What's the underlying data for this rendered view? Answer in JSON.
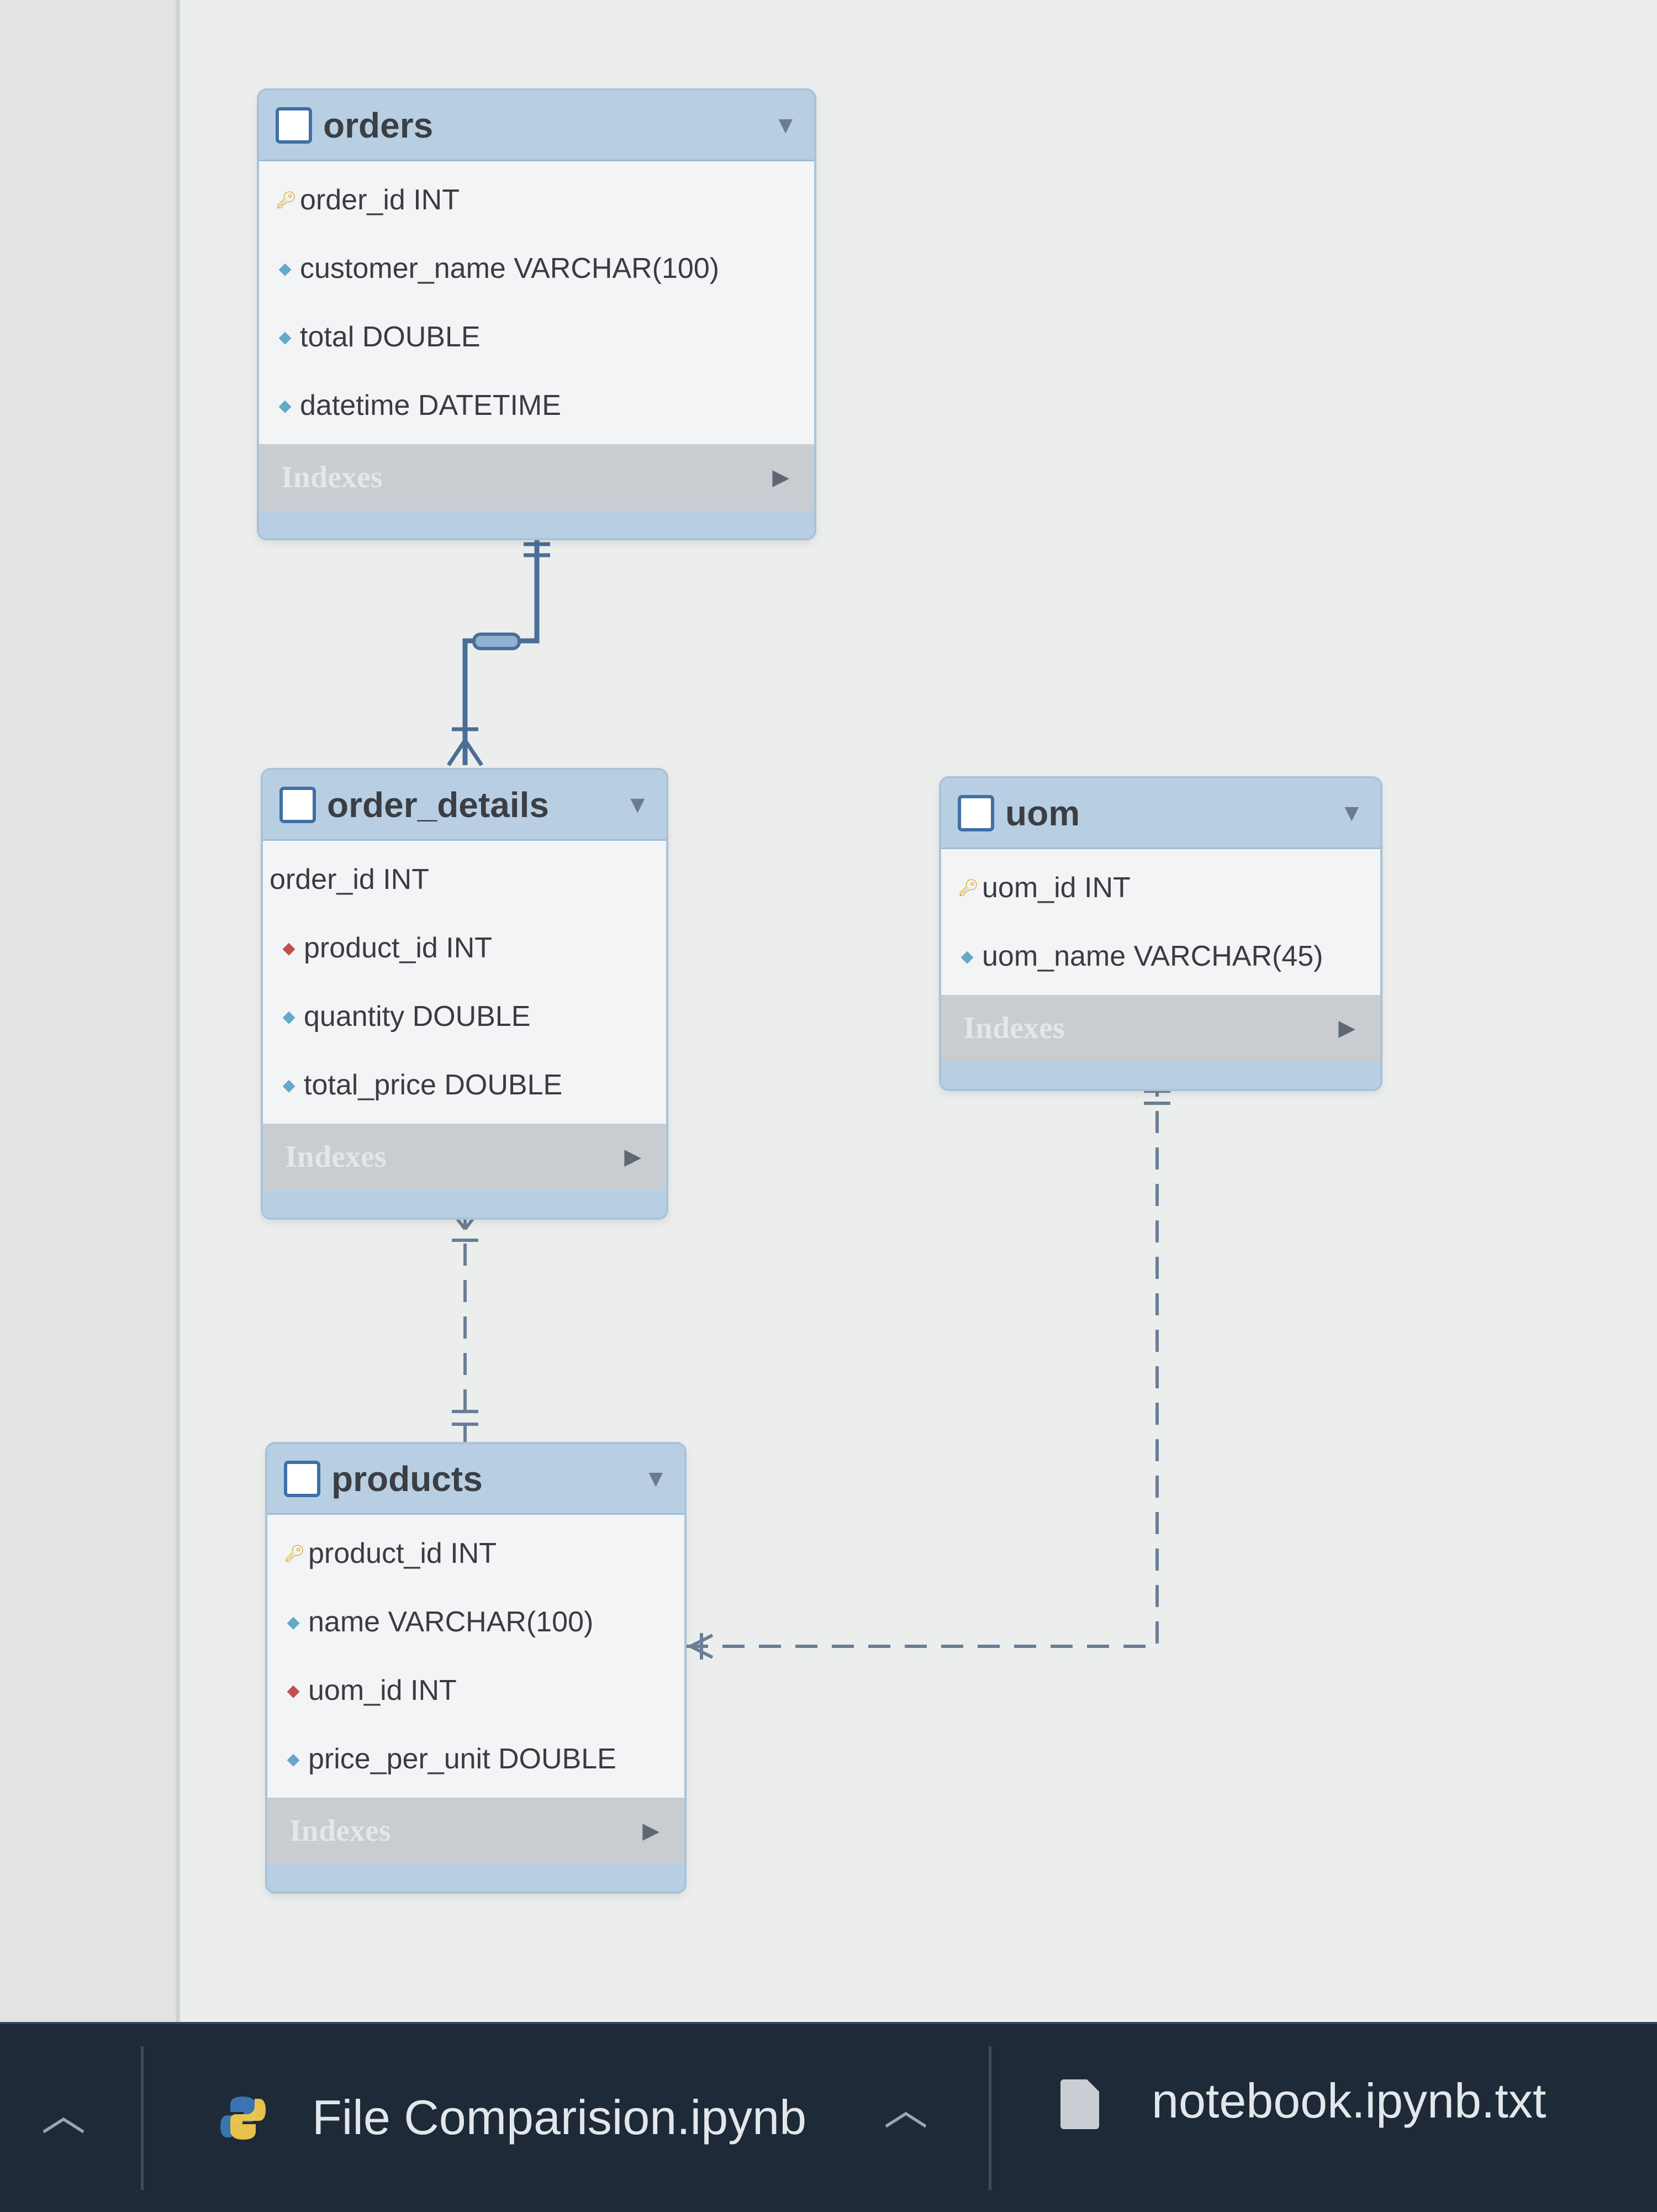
{
  "diagram": {
    "indexes_label": "Indexes",
    "entities": [
      {
        "key": "orders",
        "title": "orders",
        "columns": [
          {
            "text": "order_id INT",
            "kind": "pk"
          },
          {
            "text": "customer_name VARCHAR(100)",
            "kind": "attr"
          },
          {
            "text": "total DOUBLE",
            "kind": "attr"
          },
          {
            "text": "datetime DATETIME",
            "kind": "attr"
          }
        ]
      },
      {
        "key": "order_details",
        "title": "order_details",
        "columns": [
          {
            "text": "order_id INT",
            "kind": "none"
          },
          {
            "text": "product_id INT",
            "kind": "fk"
          },
          {
            "text": "quantity DOUBLE",
            "kind": "attr"
          },
          {
            "text": "total_price DOUBLE",
            "kind": "attr"
          }
        ]
      },
      {
        "key": "uom",
        "title": "uom",
        "columns": [
          {
            "text": "uom_id INT",
            "kind": "pk"
          },
          {
            "text": "uom_name VARCHAR(45)",
            "kind": "attr"
          }
        ]
      },
      {
        "key": "products",
        "title": "products",
        "columns": [
          {
            "text": "product_id INT",
            "kind": "pk"
          },
          {
            "text": "name VARCHAR(100)",
            "kind": "attr"
          },
          {
            "text": "uom_id INT",
            "kind": "fk"
          },
          {
            "text": "price_per_unit DOUBLE",
            "kind": "attr"
          }
        ]
      }
    ],
    "relationships": [
      {
        "from": "orders",
        "to": "order_details",
        "style": "identifying"
      },
      {
        "from": "products",
        "to": "order_details",
        "style": "non-identifying"
      },
      {
        "from": "uom",
        "to": "products",
        "style": "non-identifying"
      }
    ]
  },
  "taskbar": {
    "items": [
      {
        "label": "File Comparision.ipynb",
        "icon": "python-icon"
      },
      {
        "label": "notebook.ipynb.txt",
        "icon": "text-file-icon"
      }
    ]
  },
  "colors": {
    "header": "#b8cfe3",
    "pk_icon": "#d4a019",
    "fk_icon": "#c0504d",
    "attr_icon": "#64a8c8",
    "connector": "#4a6f96",
    "taskbar": "#1e2a38"
  }
}
